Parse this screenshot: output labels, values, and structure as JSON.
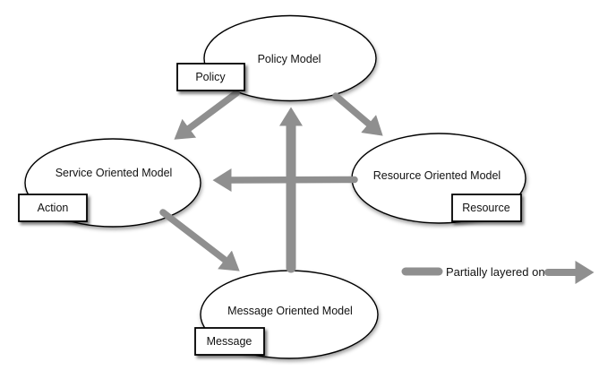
{
  "diagram": {
    "type": "node-link",
    "nodes": [
      {
        "id": "policy-model",
        "label": "Policy Model",
        "tag": "Policy"
      },
      {
        "id": "service-oriented-model",
        "label": "Service Oriented Model",
        "tag": "Action"
      },
      {
        "id": "resource-oriented-model",
        "label": "Resource Oriented Model",
        "tag": "Resource"
      },
      {
        "id": "message-oriented-model",
        "label": "Message Oriented Model",
        "tag": "Message"
      }
    ],
    "edges": [
      {
        "from": "Policy Model",
        "to": "Service Oriented Model",
        "relation": "Partially layered on"
      },
      {
        "from": "Policy Model",
        "to": "Resource Oriented Model",
        "relation": "Partially layered on"
      },
      {
        "from": "Message Oriented Model",
        "to": "Policy Model",
        "relation": "Partially layered on"
      },
      {
        "from": "Resource Oriented Model",
        "to": "Service Oriented Model",
        "relation": "Partially layered on"
      },
      {
        "from": "Service Oriented Model",
        "to": "Message Oriented Model",
        "relation": "Partially layered on"
      }
    ],
    "legend": {
      "label": "Partially layered on"
    },
    "colors": {
      "arrow": "#8f8f8f",
      "node_fill": "#ffffff",
      "node_stroke": "#000000",
      "text": "#111111",
      "background": "#ffffff"
    }
  }
}
